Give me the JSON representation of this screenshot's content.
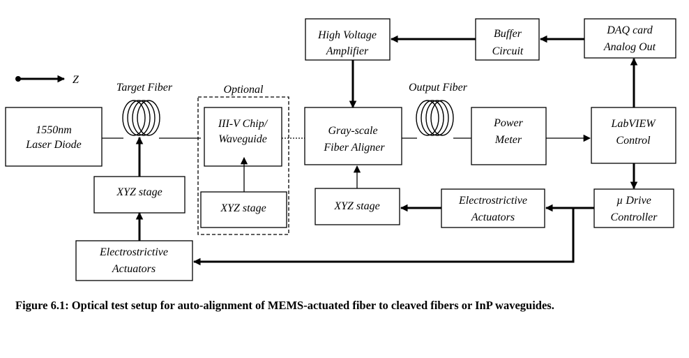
{
  "axis": {
    "label": "Z"
  },
  "fibers": {
    "target": "Target Fiber",
    "output": "Output Fiber"
  },
  "optional_label": "Optional",
  "blocks": {
    "laser": [
      "1550nm",
      "Laser Diode"
    ],
    "chip": [
      "III-V Chip/",
      "Waveguide"
    ],
    "xyz_left": "XYZ stage",
    "xyz_mid": "XYZ stage",
    "xyz_right": "XYZ stage",
    "electro_left": [
      "Electrostrictive",
      "Actuators"
    ],
    "electro_right": [
      "Electrostrictive",
      "Actuators"
    ],
    "hva": [
      "High Voltage",
      "Amplifier"
    ],
    "buffer": [
      "Buffer",
      "Circuit"
    ],
    "daq": [
      "DAQ card",
      "Analog Out"
    ],
    "aligner": [
      "Gray-scale",
      "Fiber Aligner"
    ],
    "power": [
      "Power",
      "Meter"
    ],
    "labview": [
      "LabVIEW",
      "Control"
    ],
    "udrive": [
      "µ Drive",
      "Controller"
    ]
  },
  "caption": "Figure 6.1: Optical test setup for auto-alignment of MEMS-actuated fiber to cleaved fibers or InP waveguides."
}
